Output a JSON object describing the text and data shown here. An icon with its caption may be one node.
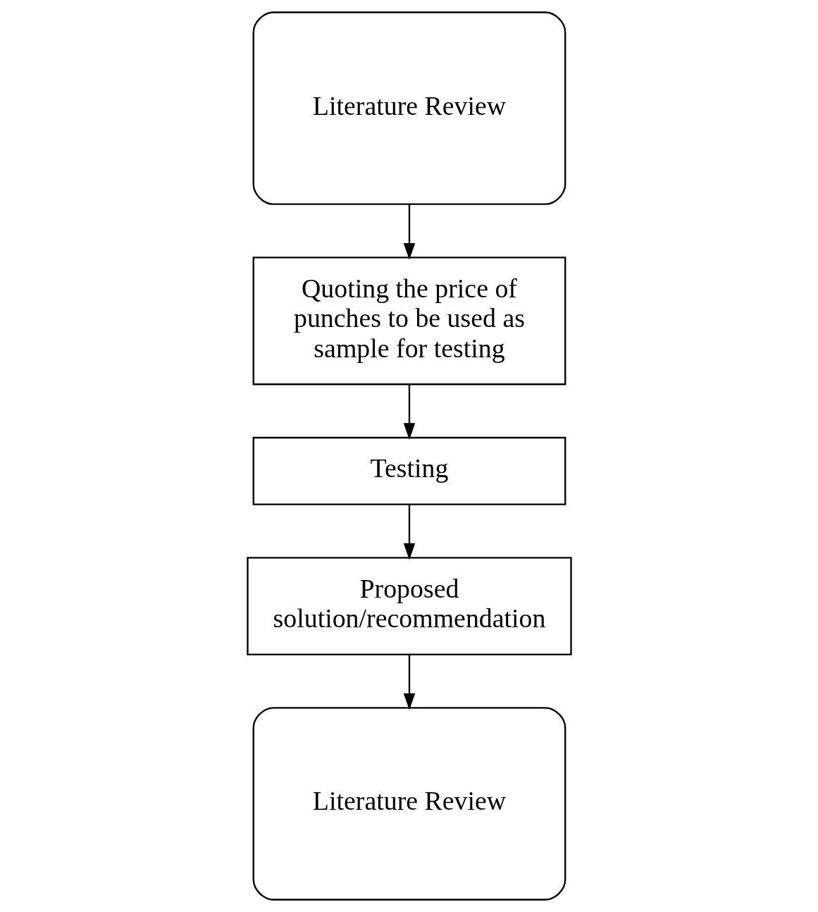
{
  "diagram": {
    "nodes": [
      {
        "text": [
          "Literature Review"
        ]
      },
      {
        "text": [
          "Quoting the price of punches to be used as sample for testing"
        ]
      },
      {
        "text": [
          "Testing"
        ]
      },
      {
        "text": [
          "Proposed solution/recommendation"
        ]
      },
      {
        "text": [
          "Literature Review"
        ]
      }
    ],
    "edges": [
      {
        "from": 0,
        "to": 1,
        "arrow": "to"
      },
      {
        "from": 1,
        "to": 2,
        "arrow": "to"
      },
      {
        "from": 2,
        "to": 3,
        "arrow": "to"
      },
      {
        "from": 3,
        "to": 4,
        "arrow": "to"
      }
    ]
  }
}
